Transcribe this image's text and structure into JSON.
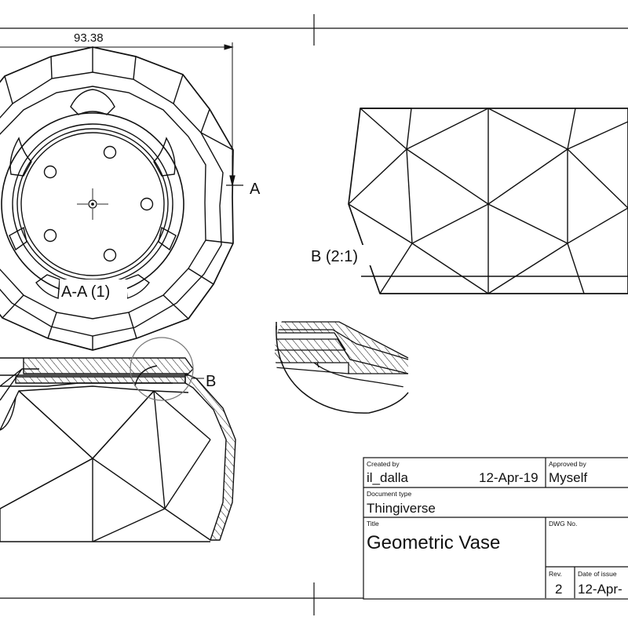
{
  "dimension": {
    "width_value": "93.38"
  },
  "section_marker": {
    "letter": "A"
  },
  "views": {
    "section_aa_label": "A-A (1)",
    "detail_marker": "B",
    "detail_label": "B (2:1)"
  },
  "title_block": {
    "created_by": {
      "label": "Created by",
      "name": "il_dalla",
      "date": "12-Apr-19"
    },
    "approved_by": {
      "label": "Approved by",
      "name": "Myself"
    },
    "document_type": {
      "label": "Document type",
      "value": "Thingiverse"
    },
    "title": {
      "label": "Title",
      "value": "Geometric Vase"
    },
    "dwg_no": {
      "label": "DWG No."
    },
    "rev": {
      "label": "Rev.",
      "value": "2"
    },
    "date_of_issue": {
      "label": "Date of issue",
      "value": "12-Apr-"
    }
  },
  "colors": {
    "line": "#111111",
    "paper": "#ffffff",
    "hatch": "#111111"
  }
}
